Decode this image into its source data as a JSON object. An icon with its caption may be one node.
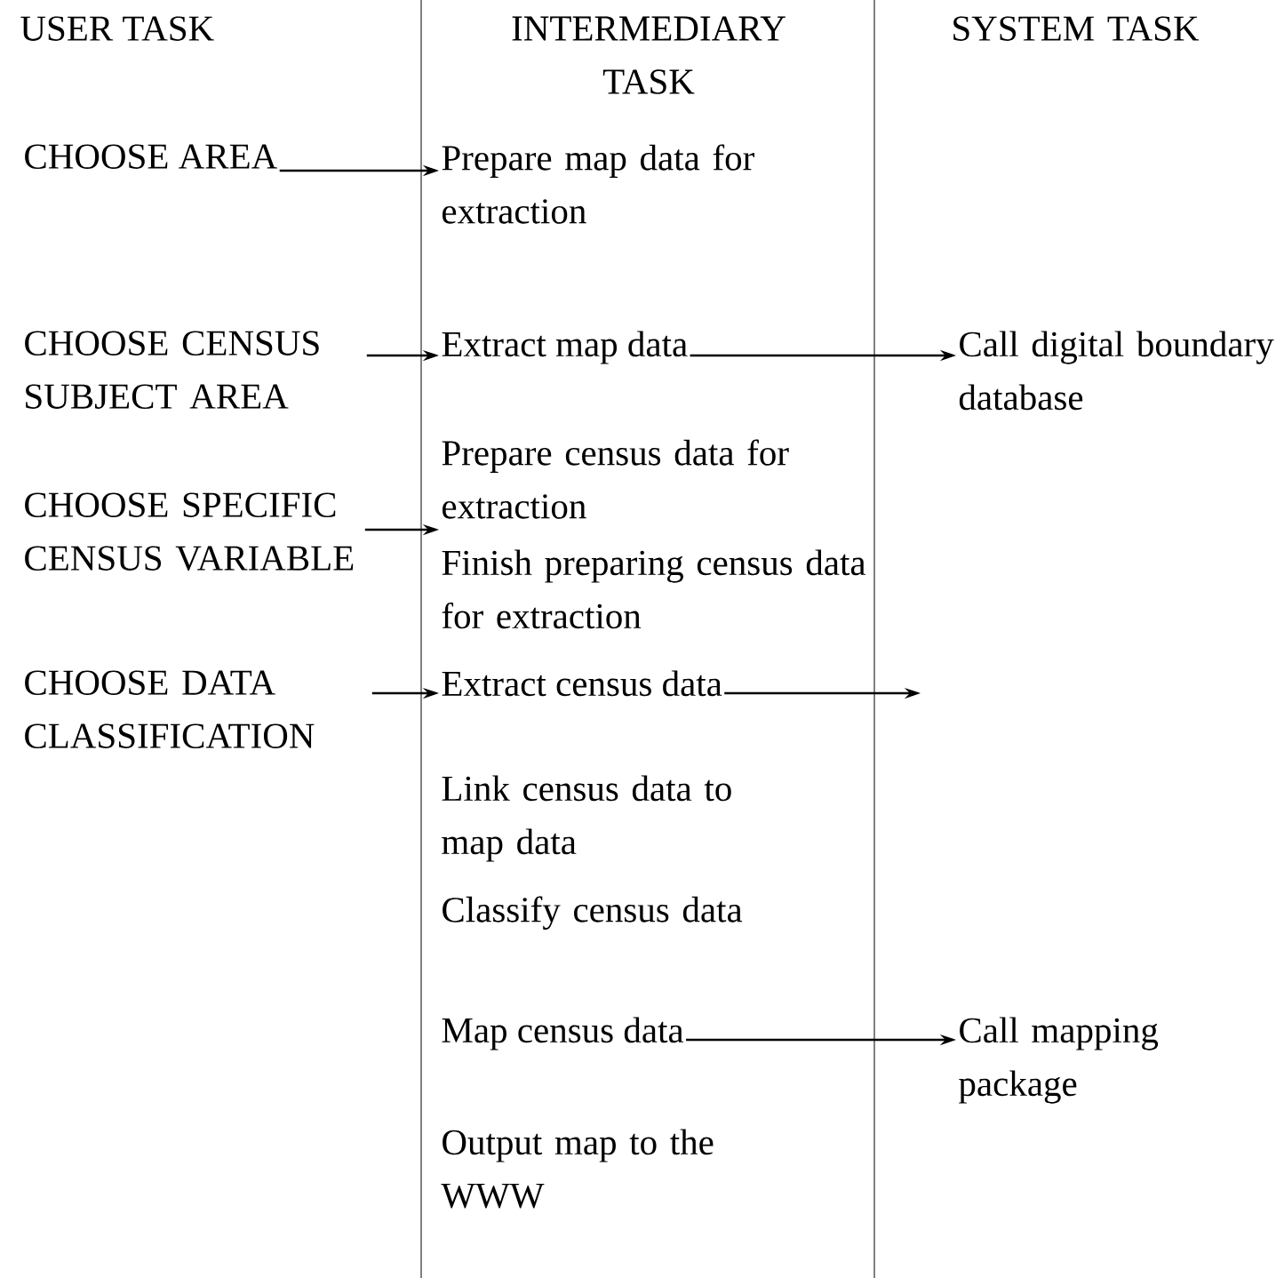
{
  "diagram": {
    "nodes": [
      {
        "text": [
          "CHOOSE AREA"
        ]
      },
      {
        "text": [
          "Prepare map data for extraction"
        ]
      },
      {
        "text": [
          "CHOOSE CENSUS SUBJECT AREA"
        ]
      },
      {
        "text": [
          "Extract map data"
        ]
      },
      {
        "text": [
          "Call digital boundary database"
        ]
      },
      {
        "text": [
          "Prepare census data for extraction"
        ]
      },
      {
        "text": [
          "CHOOSE SPECIFIC CENSUS VARIABLE"
        ]
      },
      {
        "text": [
          "Finish preparing census data for extraction"
        ]
      },
      {
        "text": [
          "CHOOSE DATA CLASSIFICATION"
        ]
      },
      {
        "text": [
          "Extract census data"
        ]
      },
      {
        "text": [
          "Link census data to map data"
        ]
      },
      {
        "text": [
          "Classify census data"
        ]
      },
      {
        "text": [
          "Map census data"
        ]
      },
      {
        "text": [
          "Call mapping package"
        ]
      },
      {
        "text": [
          "Output map to the WWW"
        ]
      }
    ],
    "edges": [
      {
        "from": 0,
        "to": 1,
        "arrow": "to"
      },
      {
        "from": 2,
        "to": 3,
        "arrow": "to"
      },
      {
        "from": 3,
        "to": 4,
        "arrow": "to"
      },
      {
        "from": 6,
        "to": 5,
        "arrow": "to"
      },
      {
        "from": 8,
        "to": 9,
        "arrow": "to"
      },
      {
        "from": 9,
        "to": null,
        "arrow": "to"
      },
      {
        "from": 12,
        "to": 13,
        "arrow": "to"
      }
    ],
    "labels": [
      "USER TASK",
      "INTERMEDIARY TASK",
      "SYSTEM TASK"
    ]
  }
}
